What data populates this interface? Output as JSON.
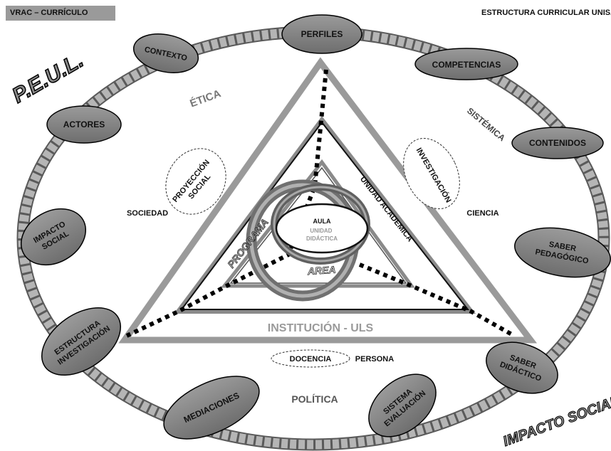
{
  "header": {
    "left_label": "VRAC – CURRÍCULO",
    "right_label": "ESTRUCTURA CURRICULAR UNISALLE"
  },
  "side_titles": {
    "peul": "P.E.U.L.",
    "impacto_social": "IMPACTO SOCIAL"
  },
  "ring_nodes": {
    "perfiles": [
      "PERFILES"
    ],
    "contexto": [
      "CONTEXTO"
    ],
    "competencias": [
      "COMPETENCIAS"
    ],
    "actores": [
      "ACTORES"
    ],
    "contenidos": [
      "CONTENIDOS"
    ],
    "impacto_social": [
      "IMPACTO",
      "SOCIAL"
    ],
    "saber_pedagogico": [
      "SABER",
      "PEDAGÓGICO"
    ],
    "estructura_investigacion": [
      "ESTRUCTURA",
      "INVESTIGACIÓN"
    ],
    "saber_didactico": [
      "SABER",
      "DIDÁCTICO"
    ],
    "mediaciones": [
      "MEDIACIONES"
    ],
    "sistema_evaluacion": [
      "SISTEMA",
      "EVALUACIÓN"
    ]
  },
  "dimensions": {
    "etica": "ÉTICA",
    "sistemica": "SISTÉMICA",
    "politica": "POLÍTICA"
  },
  "triangle": {
    "institucion": "INSTITUCIÓN - ULS",
    "unidad_academica": "UNIDAD ACADEMICA",
    "programa": "PROGRAMA",
    "area": "AREA",
    "aula": "AULA",
    "unidad_didactica": [
      "UNIDAD",
      "DIDÁCTICA"
    ]
  },
  "functions": {
    "proyeccion_social": [
      "PROYECCIÓN",
      "SOCIAL"
    ],
    "investigacion": "INVESTIGACIÓN",
    "docencia": "DOCENCIA"
  },
  "outer_labels": {
    "sociedad": "SOCIEDAD",
    "ciencia": "CIENCIA",
    "persona": "PERSONA"
  }
}
